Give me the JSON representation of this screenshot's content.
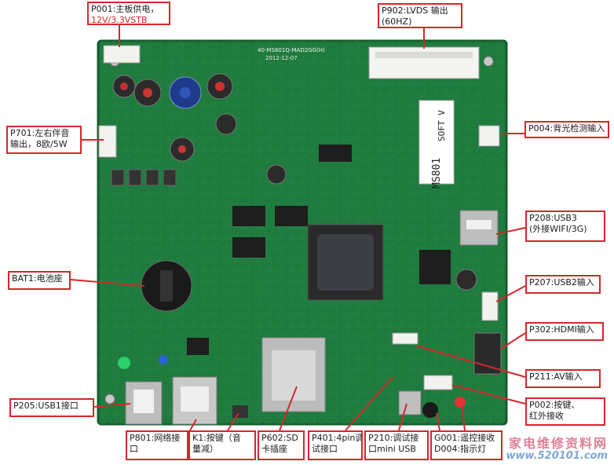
{
  "board": {
    "silk_model": "40-MS801Q-MAD2GG(H)",
    "silk_date": "2012-12-07",
    "chip_label": "MS801",
    "soft_label": "SOFT V"
  },
  "labels": {
    "p001": {
      "line1": "P001:主板供电，",
      "line2": "12V/3.3VSTB"
    },
    "p902": {
      "line1": "P902:LVDS 输出",
      "line2": "(60HZ)"
    },
    "p701": {
      "line1": "P701:左右伴音",
      "line2": "输出，8欧/5W"
    },
    "p004": {
      "line1": "P004:背光检测输入"
    },
    "p208": {
      "line1": "P208:USB3",
      "line2": "(外接WIFI/3G)"
    },
    "bat1": {
      "line1": "BAT1:电池座"
    },
    "p207": {
      "line1": "P207:USB2输入"
    },
    "p302": {
      "line1": "P302:HDMI输入"
    },
    "p211": {
      "line1": "P211:AV输入"
    },
    "p002": {
      "line1": "P002:按键、",
      "line2": "红外接收"
    },
    "p205": {
      "line1": "P205:USB1接口"
    },
    "p801": {
      "line1": "P801:网络接",
      "line2": "口"
    },
    "k1": {
      "line1": "K1:按键（音",
      "line2": "量减）"
    },
    "p602": {
      "line1": "P602:SD",
      "line2": "卡插座"
    },
    "p401": {
      "line1": "P401:4pin调",
      "line2": "试接口"
    },
    "p210": {
      "line1": "P210:调试接",
      "line2": "口mini USB"
    },
    "g001": {
      "line1": "G001:遥控接收",
      "line2": "D004:指示灯"
    }
  },
  "watermark": {
    "name": "家电维修资料网",
    "url": "www.520101.com"
  },
  "colors": {
    "pcb": "#1f7a3e",
    "pcb_dark": "#155c2d",
    "label_border": "#d8262a",
    "leader": "#d8262a"
  }
}
